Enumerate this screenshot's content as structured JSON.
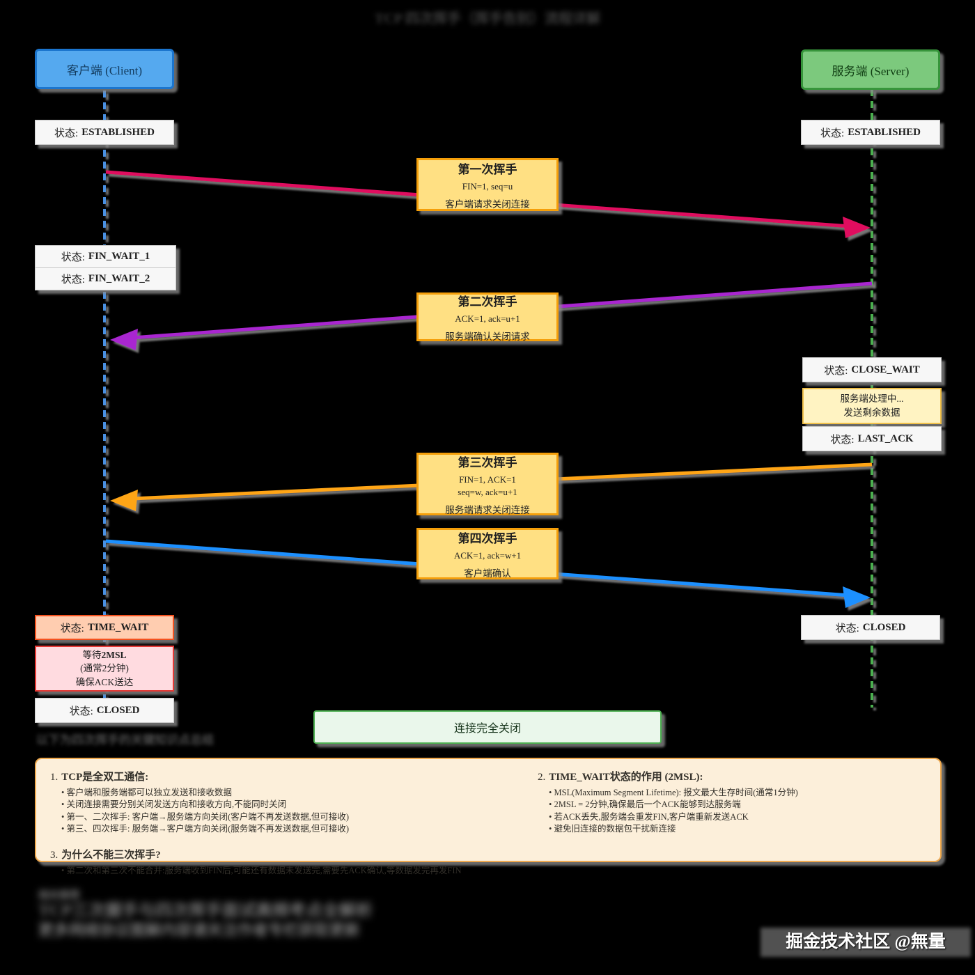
{
  "blurred_title": "TCP 四次挥手（挥手告别）流程详解",
  "actors": {
    "client": {
      "label": "客户端 (Client)"
    },
    "server": {
      "label": "服务端 (Server)"
    }
  },
  "state_prefix": "状态:",
  "states": {
    "client_established": "ESTABLISHED",
    "server_established": "ESTABLISHED",
    "fin_wait_1": "FIN_WAIT_1",
    "fin_wait_2": "FIN_WAIT_2",
    "close_wait": "CLOSE_WAIT",
    "last_ack": "LAST_ACK",
    "time_wait": "TIME_WAIT",
    "client_closed": "CLOSED",
    "server_closed": "CLOSED"
  },
  "side_notes": {
    "server_processing": {
      "line1": "服务端处理中...",
      "line2": "发送剩余数据"
    },
    "msl_wait": {
      "line1_normal": "等待",
      "line1_bold": "2MSL",
      "line2": "(通常2分钟)",
      "line3": "确保ACK送达"
    }
  },
  "messages": [
    {
      "title": "第一次挥手",
      "code1": "FIN=1, seq=u",
      "desc": "客户端请求关闭连接",
      "direction": "client-to-server",
      "arrow_color": "#e0115f"
    },
    {
      "title": "第二次挥手",
      "code1": "ACK=1, ack=u+1",
      "desc": "服务端确认关闭请求",
      "direction": "server-to-client",
      "arrow_color": "#a928d0"
    },
    {
      "title": "第三次挥手",
      "code1": "FIN=1, ACK=1",
      "code2": "seq=w, ack=u+1",
      "desc": "服务端请求关闭连接",
      "direction": "server-to-client",
      "arrow_color": "#ffa514"
    },
    {
      "title": "第四次挥手",
      "code1": "ACK=1, ack=w+1",
      "desc": "客户端确认",
      "direction": "client-to-server",
      "arrow_color": "#1e90ff"
    }
  ],
  "lifelines": {
    "client": {
      "color": "#4a90e2"
    },
    "server": {
      "color": "#4caf50"
    }
  },
  "final_box": {
    "label": "连接完全关闭"
  },
  "blurred_caption": "以下为四次挥手的关键知识点总结",
  "key_points": {
    "item1": {
      "num": "1.",
      "heading": "TCP是全双工通信:",
      "bullets": [
        "客户端和服务端都可以独立发送和接收数据",
        "关闭连接需要分别关闭发送方向和接收方向,不能同时关闭",
        "第一、二次挥手: 客户端→服务端方向关闭(客户端不再发送数据,但可接收)",
        "第三、四次挥手: 服务端→客户端方向关闭(服务端不再发送数据,但可接收)"
      ]
    },
    "item2": {
      "num": "2.",
      "heading": "TIME_WAIT状态的作用 (2MSL):",
      "bullets": [
        "MSL(Maximum Segment Lifetime): 报文最大生存时间(通常1分钟)",
        "2MSL = 2分钟,确保最后一个ACK能够到达服务端",
        "若ACK丢失,服务端会重发FIN,客户端重新发送ACK",
        "避免旧连接的数据包干扰新连接"
      ]
    },
    "item3": {
      "num": "3.",
      "heading": "为什么不能三次挥手?",
      "bullets": [
        "第二次和第三次不能合并:服务端收到FIN后,可能还有数据未发送完,需要先ACK确认,等数据发完再发FIN"
      ]
    }
  },
  "blurred_footer": {
    "line1": "相关推荐",
    "line2": "TCP三次握手与四次挥手面试高频考点全解析",
    "line3": "更多网络协议图解内容请关注作者专栏获取更新"
  },
  "watermark": "掘金技术社区 @無量",
  "colors": {
    "background": "#000000",
    "client_fill": "#55a9ef",
    "client_border": "#1b75ce",
    "server_fill": "#7cc97d",
    "server_border": "#37953b",
    "state_fill": "#f7f7f7",
    "state_border": "#c9c9c9",
    "message_fill": "#ffe083",
    "message_border": "#f59f0a",
    "time_wait_fill": "#ffcdb0",
    "time_wait_border": "#f4511e",
    "msl_fill": "#ffdbe0",
    "msl_border": "#e53935",
    "processing_fill": "#fff3c2",
    "processing_border": "#f0c04a",
    "final_fill": "#eaf7eb",
    "final_border": "#4caf50",
    "notes_fill": "#fcefda",
    "notes_border": "#efa94f",
    "shadow": "#8c8c8c"
  }
}
